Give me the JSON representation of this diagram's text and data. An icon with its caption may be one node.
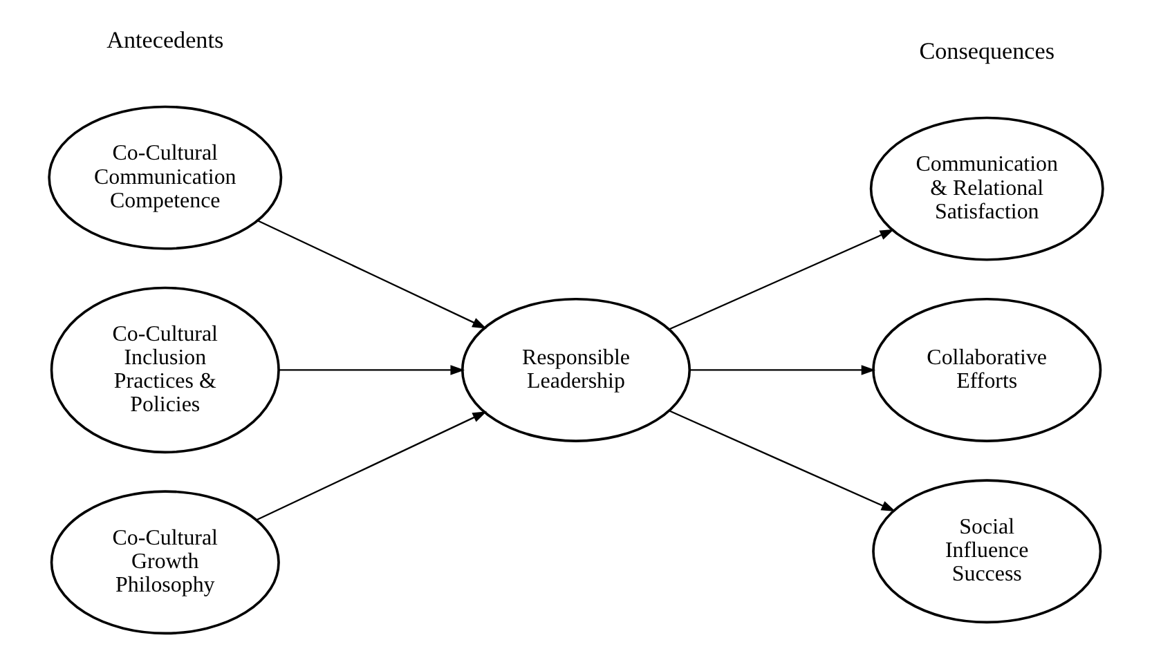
{
  "diagram": {
    "nodes": [
      {
        "text": [
          "Co-Cultural Communication Competence"
        ]
      },
      {
        "text": [
          "Co-Cultural Inclusion Practices & Policies"
        ]
      },
      {
        "text": [
          "Co-Cultural Growth Philosophy"
        ]
      },
      {
        "text": [
          "Responsible Leadership"
        ]
      },
      {
        "text": [
          "Communication & Relational Satisfaction"
        ]
      },
      {
        "text": [
          "Collaborative Efforts"
        ]
      },
      {
        "text": [
          "Social Influence Success"
        ]
      }
    ],
    "edges": [
      {
        "from": 0,
        "to": 3,
        "arrow": "to"
      },
      {
        "from": 1,
        "to": 3,
        "arrow": "to"
      },
      {
        "from": 2,
        "to": 3,
        "arrow": "to"
      },
      {
        "from": 3,
        "to": 4,
        "arrow": "to"
      },
      {
        "from": 3,
        "to": 5,
        "arrow": "to"
      },
      {
        "from": 3,
        "to": 6,
        "arrow": "to"
      }
    ],
    "labels": [
      "Antecedents",
      "Consequences"
    ]
  }
}
